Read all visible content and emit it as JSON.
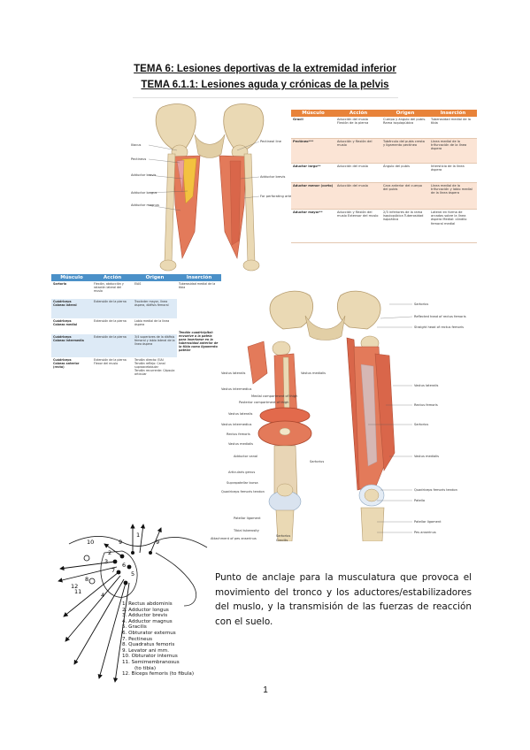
{
  "title": "TEMA 6: Lesiones deportivas de la extremidad inferior",
  "subtitle": "TEMA 6.1.1: Lesiones aguda y crónicas de la pelvis",
  "table1": {
    "headers": [
      "Músculo",
      "Acción",
      "Origen",
      "Inserción"
    ],
    "rows": [
      [
        "Gracil",
        "Aducción del muslo\nFlexión de la pierna",
        "Cuerpo y ángulo del pubis. Rama isquiopúbica",
        "Tuberosidad medial de la tibia"
      ],
      [
        "Pectíneo***",
        "Aducción y flexión del muslo",
        "Tubérculo del pubis cresta y ligamento pectíneo",
        "Línea medial de la trifurcación de la línea áspera"
      ],
      [
        "Aductor largo**",
        "Aducción del muslo",
        "Ángulo del pubis",
        "Intersticio de la línea áspera"
      ],
      [
        "Aductor menor (corto)",
        "Aducción del muslo",
        "Cara anterior del cuerpo del pubis",
        "Línea medial de la trifurcación y labio medial de la línea áspera"
      ],
      [
        "Aductor mayor**",
        "Aducción y flexión del muslo\nExtensor del muslo",
        "2/3 inferiores de la rama isquiopúbica\nTuberosidad isquiática",
        "Lateral en forma de arcadas sobre la línea áspera\nMedial: cóndilo femoral medial"
      ]
    ]
  },
  "table2": {
    "headers": [
      "Músculo",
      "Acción",
      "Origen",
      "Inserción"
    ],
    "rows": [
      [
        "Sartorio",
        "Flexión, abducción y rotación lateral del muslo",
        "EIAS",
        "Tuberosidad medial de la tibia"
      ],
      [
        "Cuádriceps\nCabeza lateral",
        "Extensión de la pierna",
        "Trocánter mayor, línea áspera, diáfisis femoral",
        "Tendón cuadricipital: envuelve a la patela para insertarse en la tuberosidad anterior de la tibia como ligamento patelar"
      ],
      [
        "Cuádriceps\nCabeza medial",
        "Extensión de la pierna",
        "Labio medial de la línea áspera",
        ""
      ],
      [
        "Cuádriceps\nCabeza intermedia",
        "Extensión de la pierna",
        "3/4 superiores de la diáfisis femoral y labio lateral de la línea áspera",
        ""
      ],
      [
        "Cuádriceps\nCabeza anterior (recto)",
        "Extensión de la pierna\nFlexor del muslo",
        "Tendón directo: EIAI\nTendón reflejo: Canal supraacetabular\nTendón recurrente: Cápsula articular",
        ""
      ]
    ]
  },
  "fig1": {
    "labels_left": [
      "Iliacus",
      "Pectineus",
      "Adductor brevis",
      "Adductor longus",
      "Adductor magnus"
    ],
    "labels_right": [
      "Pectineal line",
      "Adductor brevis",
      "For perforating arteries"
    ]
  },
  "fig2": {
    "labels_left": [
      "Vastus lateralis",
      "Vastus intermedius",
      "Medial compartment of thigh",
      "Posterior compartment of thigh",
      "Vastus lateralis",
      "Vastus intermedius",
      "Rectus femoris",
      "Vastus medialis",
      "Adductor canal",
      "Articularis genus",
      "Suprapatellar bursa",
      "Quadriceps femoris tendon",
      "Patellar ligament",
      "Tibial tuberosity",
      "Attachment of pes anserinus"
    ],
    "labels_center": [
      "Vastus medialis",
      "Sartorius",
      "Sartorius",
      "Gracilis",
      "Semitendinosus"
    ],
    "labels_right": [
      "Sartorius",
      "Reflected head of rectus femoris",
      "Straight head of rectus femoris",
      "Vastus lateralis",
      "Rectus femoris",
      "Sartorius",
      "Vastus medialis",
      "Quadriceps femoris tendon",
      "Patella",
      "Patellar ligament",
      "Pes anserinus"
    ]
  },
  "fig3": {
    "numbers": [
      "10",
      "9",
      "1",
      "9",
      "2",
      "3",
      "7",
      "5",
      "6",
      "4",
      "8",
      "12",
      "11"
    ],
    "legend": [
      "1. Rectus abdominis",
      "2. Adductor longus",
      "3. Adductor brevis",
      "4. Adductor magnus",
      "5. Gracilis",
      "6. Obturator externus",
      "7. Pectineus",
      "8. Quadratus femoris",
      "9. Levator ani mm.",
      "10. Obturator internus",
      "11. Semimembranosus",
      "(to tibia)",
      "12. Biceps femoris (to fibula)"
    ]
  },
  "paragraph": "Punto de anclaje para la musculatura que provoca el movimiento del tronco y los aductores/estabilizadores del muslo, y la transmisión de las fuerzas de reacción con el suelo.",
  "page_number": "1"
}
